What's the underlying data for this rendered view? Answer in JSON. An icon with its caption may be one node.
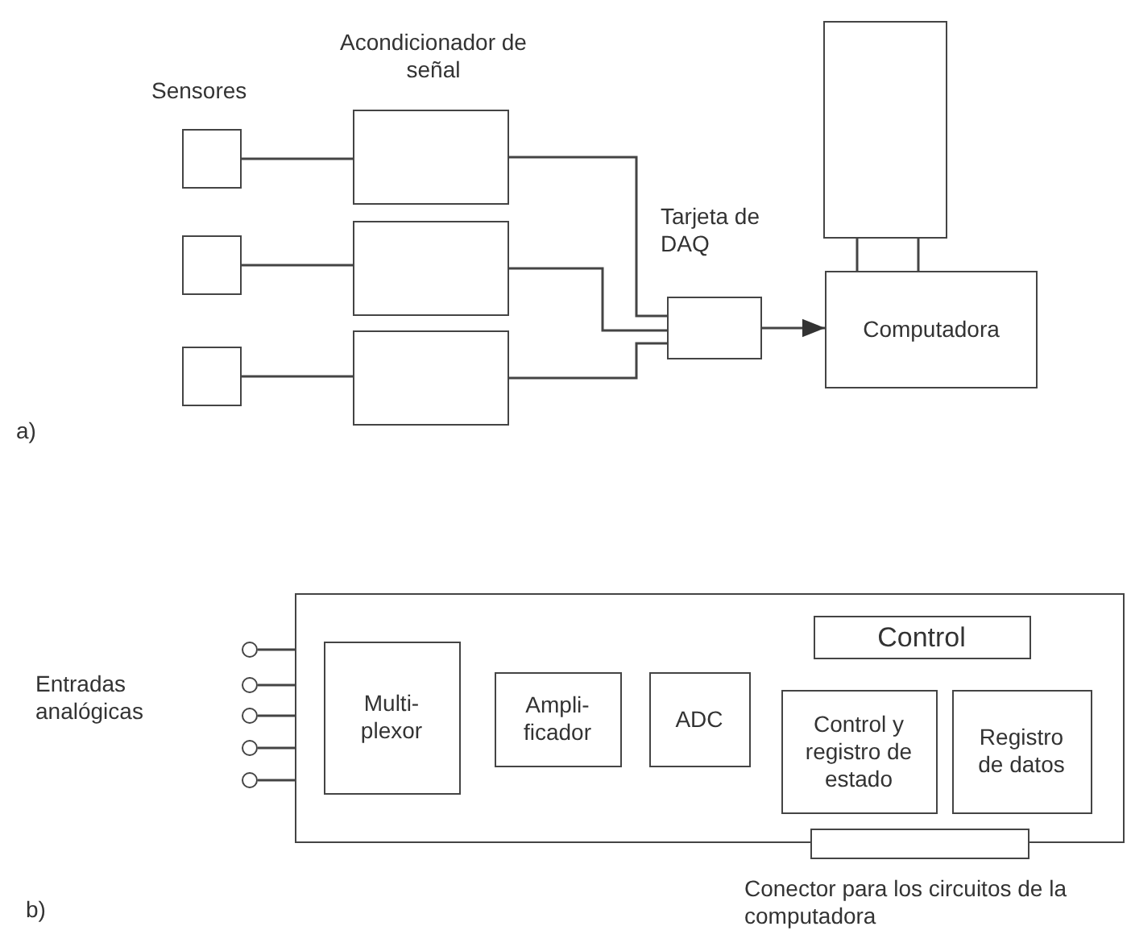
{
  "diagram": {
    "nodes": [
      {
        "text": [],
        "shape": "box"
      },
      {
        "text": [],
        "shape": "box"
      },
      {
        "text": [],
        "shape": "box"
      },
      {
        "text": [],
        "shape": "box"
      },
      {
        "text": [],
        "shape": "box"
      },
      {
        "text": [],
        "shape": "box"
      },
      {
        "text": [],
        "shape": "box",
        "beside": [
          "Tarjeta de DAQ"
        ]
      },
      {
        "text": [],
        "shape": "box"
      },
      {
        "text": [
          "Computadora"
        ]
      },
      {
        "text": [],
        "shape": "box"
      },
      {
        "text": [
          "Multi- plexor"
        ],
        "in": 9
      },
      {
        "text": [
          "Ampli- ficador"
        ],
        "in": 9
      },
      {
        "text": [
          "ADC"
        ],
        "in": 9
      },
      {
        "text": [
          "Control"
        ],
        "in": 9
      },
      {
        "text": [
          "Control y registro de estado"
        ],
        "in": 9
      },
      {
        "text": [
          "Registro de datos"
        ],
        "in": 9
      },
      {
        "text": [],
        "shape": "bar",
        "beside": [
          "Conector para los circuitos de la computadora"
        ]
      },
      {
        "text": [],
        "shape": "circle"
      },
      {
        "text": [],
        "shape": "circle"
      },
      {
        "text": [],
        "shape": "circle"
      },
      {
        "text": [],
        "shape": "circle"
      },
      {
        "text": [],
        "shape": "circle"
      }
    ],
    "edges": [
      {
        "from": 0,
        "to": 3,
        "arrow": "none"
      },
      {
        "from": 1,
        "to": 4,
        "arrow": "none"
      },
      {
        "from": 2,
        "to": 5,
        "arrow": "none"
      },
      {
        "from": 3,
        "to": 6,
        "arrow": "none"
      },
      {
        "from": 4,
        "to": 6,
        "arrow": "none"
      },
      {
        "from": 5,
        "to": 6,
        "arrow": "none"
      },
      {
        "from": 6,
        "to": 8,
        "arrow": "to"
      },
      {
        "from": 7,
        "to": 8,
        "arrow": "none"
      },
      {
        "from": 7,
        "to": 8,
        "arrow": "none"
      },
      {
        "from": 17,
        "to": 10,
        "arrow": "none"
      },
      {
        "from": 18,
        "to": 10,
        "arrow": "none"
      },
      {
        "from": 19,
        "to": 10,
        "arrow": "none"
      },
      {
        "from": 20,
        "to": 10,
        "arrow": "none"
      },
      {
        "from": 21,
        "to": 10,
        "arrow": "none"
      }
    ],
    "labels": [
      "Acondicionador de señal",
      "Sensores",
      "a)",
      "Entradas analógicas",
      "b)"
    ]
  }
}
